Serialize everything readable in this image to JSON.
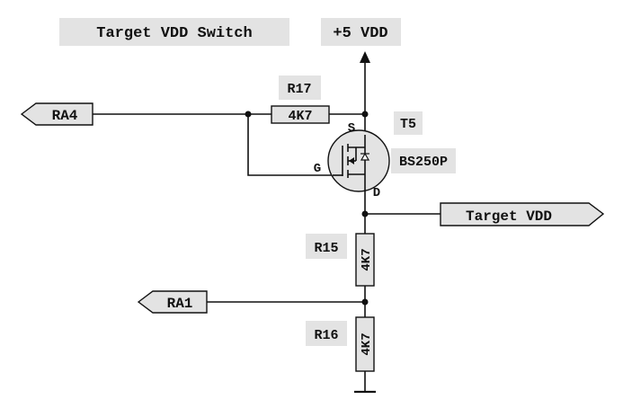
{
  "title": "Target VDD Switch",
  "supply_label": "+5 VDD",
  "transistor": {
    "ref": "T5",
    "part": "BS250P",
    "pin_s": "S",
    "pin_g": "G",
    "pin_d": "D"
  },
  "resistors": [
    {
      "ref": "R17",
      "value": "4K7"
    },
    {
      "ref": "R15",
      "value": "4K7"
    },
    {
      "ref": "R16",
      "value": "4K7"
    }
  ],
  "ports": {
    "ra4": "RA4",
    "ra1": "RA1",
    "target_vdd": "Target VDD"
  },
  "colors": {
    "ink": "#111111",
    "label_bg": "#e3e3e3",
    "background": "#ffffff"
  }
}
